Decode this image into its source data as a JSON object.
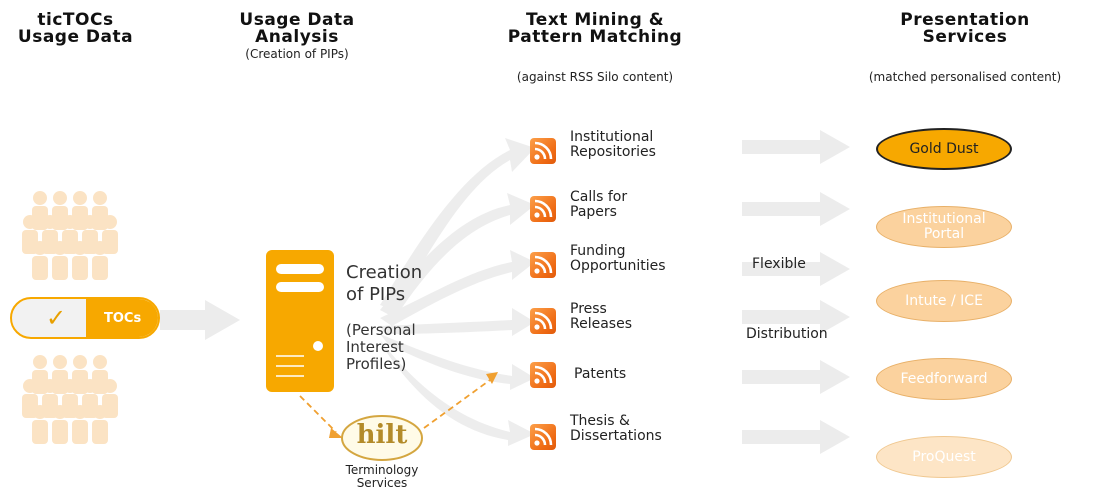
{
  "columns": [
    {
      "title_line1": "ticTOCs",
      "title_line2": "Usage Data",
      "subtitle": ""
    },
    {
      "title_line1": "Usage Data",
      "title_line2": "Analysis",
      "subtitle": "(Creation of PIPs)"
    },
    {
      "title_line1": "Text Mining &",
      "title_line2": "Pattern Matching",
      "subtitle": "(against RSS Silo content)"
    },
    {
      "title_line1": "Presentation",
      "title_line2": "Services",
      "subtitle": "(matched personalised content)"
    }
  ],
  "tocs_label": "TOCs",
  "server": {
    "line1": "Creation",
    "line2": "of PIPs",
    "line3": "(Personal",
    "line4": "Interest",
    "line5": "Profiles)"
  },
  "hilt": {
    "logo": "hilt",
    "line1": "Terminology",
    "line2": "Services"
  },
  "feeds": [
    {
      "line1": "Institutional",
      "line2": "Repositories",
      "icon": "rss-icon"
    },
    {
      "line1": "Calls for",
      "line2": "Papers",
      "icon": "rss-icon"
    },
    {
      "line1": "Funding",
      "line2": "Opportunities",
      "icon": "rss-icon"
    },
    {
      "line1": "Press",
      "line2": "Releases",
      "icon": "rss-icon"
    },
    {
      "line1": "Patents",
      "line2": "",
      "icon": "rss-icon"
    },
    {
      "line1": "Thesis &",
      "line2": "Dissertations",
      "icon": "rss-icon"
    }
  ],
  "distribution": {
    "line1": "Flexible",
    "line2": "Distribution"
  },
  "services": [
    {
      "label_line1": "Gold Dust",
      "label_line2": "",
      "state": "active"
    },
    {
      "label_line1": "Institutional",
      "label_line2": "Portal",
      "state": "mid"
    },
    {
      "label_line1": "Intute / ICE",
      "label_line2": "",
      "state": "mid"
    },
    {
      "label_line1": "Feedforward",
      "label_line2": "",
      "state": "mid"
    },
    {
      "label_line1": "ProQuest",
      "label_line2": "",
      "state": "light"
    }
  ],
  "colors": {
    "accent": "#f7a800",
    "people": "#fbe3c4",
    "arrows": "#ececec",
    "dashed": "#f0a030"
  }
}
